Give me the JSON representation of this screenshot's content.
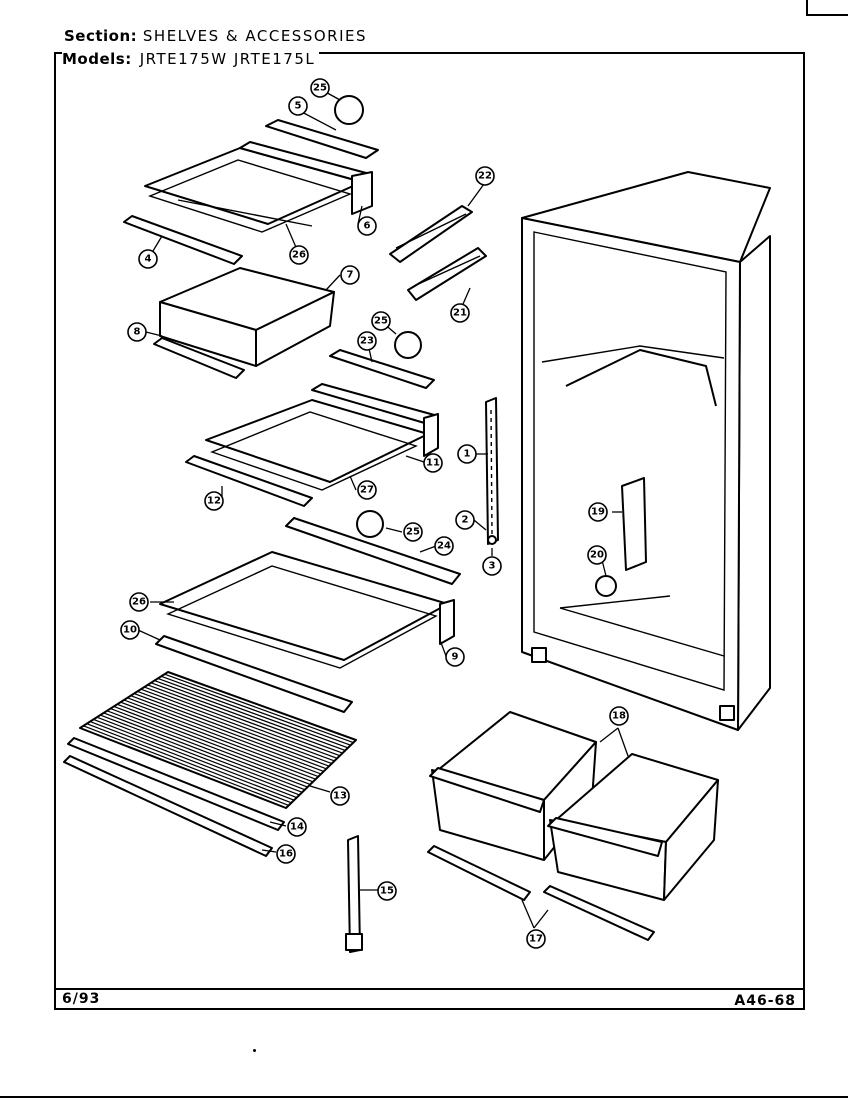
{
  "header": {
    "section_label": "Section:",
    "section_value": "SHELVES & ACCESSORIES",
    "models_label": "Models:",
    "models_value": "JRTE175W   JRTE175L"
  },
  "footer": {
    "date": "6/93",
    "page_code": "A46-68"
  },
  "callouts": {
    "c25_top": "25",
    "c5": "5",
    "c22": "22",
    "c6": "6",
    "c4": "4",
    "c26_top": "26",
    "c7": "7",
    "c21": "21",
    "c8_drawer": "8",
    "c25_mid": "25",
    "c23": "23",
    "c1": "1",
    "c11": "11",
    "c27": "27",
    "c12": "12",
    "c2": "2",
    "c3": "3",
    "c19": "19",
    "c25_low": "25",
    "c24": "24",
    "c20_low": "20",
    "c26_low": "26",
    "c10": "10",
    "c9": "9",
    "c13": "13",
    "c14": "14",
    "c16": "16",
    "c15": "15",
    "c18": "18",
    "c17": "17"
  }
}
